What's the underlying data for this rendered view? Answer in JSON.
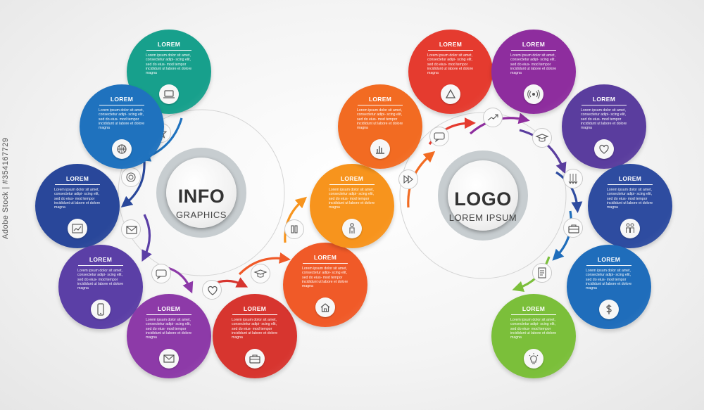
{
  "hubs": {
    "left": {
      "title": "INFO",
      "subtitle": "GRAPHICS"
    },
    "right": {
      "title": "LOGO",
      "subtitle": "LOREM IPSUM"
    }
  },
  "step_text": {
    "title": "LOREM",
    "body": "Lorem ipsum dolor sit amet, consectetur adipi- scing elit, sed do eius- mod tempor incididunt ut labore et dolore magna"
  },
  "nodes": [
    {
      "color": "#17a08c",
      "icon": "laptop-icon"
    },
    {
      "color": "#1f72be",
      "icon": "basketball-icon"
    },
    {
      "color": "#29479a",
      "icon": "trend-chart-icon"
    },
    {
      "color": "#5b3fa6",
      "icon": "smartphone-icon"
    },
    {
      "color": "#8d3aa8",
      "icon": "envelope-icon"
    },
    {
      "color": "#d7352f",
      "icon": "briefcase-icon"
    },
    {
      "color": "#f05a28",
      "icon": "home-icon"
    },
    {
      "color": "#f7941d",
      "icon": "person-icon"
    },
    {
      "color": "#f26b22",
      "icon": "bar-chart-icon"
    },
    {
      "color": "#e53b2f",
      "icon": "triangle-icon"
    },
    {
      "color": "#8e2d9e",
      "icon": "wifi-signal-icon"
    },
    {
      "color": "#5a3d9e",
      "icon": "heart-icon"
    },
    {
      "color": "#2e4ca0",
      "icon": "team-icon"
    },
    {
      "color": "#1f6dbb",
      "icon": "dollar-icon"
    },
    {
      "color": "#7bbf3a",
      "icon": "lightbulb-icon"
    }
  ],
  "satellites": [
    "star-icon",
    "refresh-icon",
    "envelope-icon",
    "chat-icon",
    "heart-icon",
    "graduation-cap-icon",
    "pause-icon",
    "fast-forward-icon",
    "chat-icon",
    "trend-arrow-icon",
    "graduation-cap-icon",
    "arrows-down-icon",
    "briefcase-icon",
    "document-icon"
  ],
  "stock_id": {
    "label": "Adobe Stock | #354167729"
  }
}
